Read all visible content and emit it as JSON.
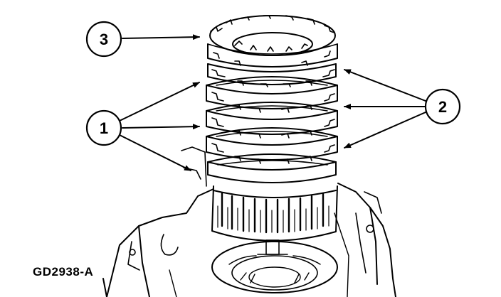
{
  "figure": {
    "figure_code": "GD2938-A",
    "callouts": [
      {
        "id": "callout-3",
        "label": "3"
      },
      {
        "id": "callout-2",
        "label": "2"
      },
      {
        "id": "callout-1",
        "label": "1"
      }
    ],
    "colors": {
      "line": "#000000",
      "background": "#ffffff"
    }
  }
}
